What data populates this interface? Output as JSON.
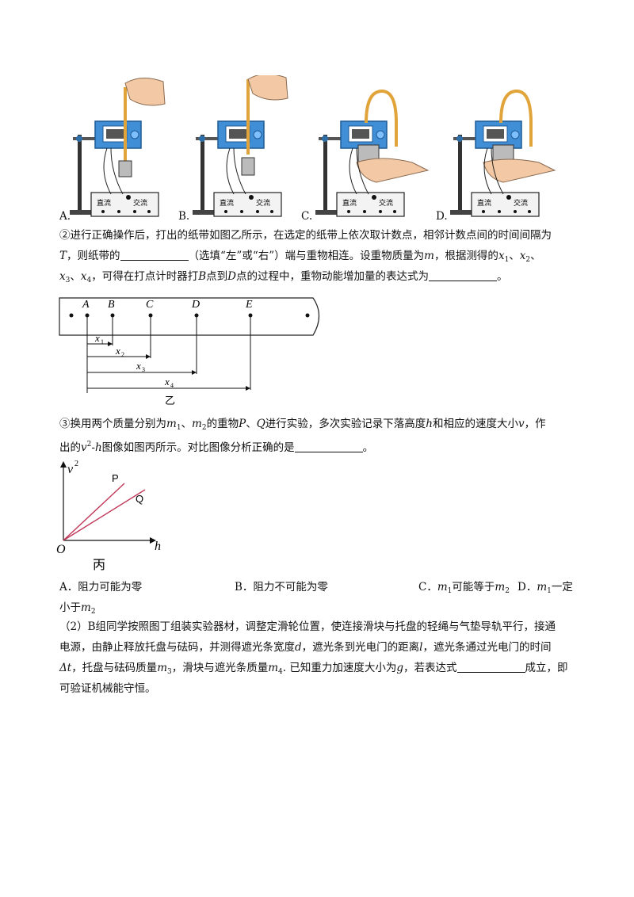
{
  "figure_options": [
    "A.",
    "B.",
    "C.",
    "D."
  ],
  "device_labels": {
    "dc": "直流",
    "ac": "交流"
  },
  "q2": {
    "l1": [
      "②进行正确操作后，打出的纸带如图乙所示，在选定的纸带上依次取计数点，相邻计数点间的时间间隔为"
    ],
    "T": "T",
    "l2a": "，则纸带的",
    "l2b": "（选填“左”或“右”）端与重物相连。设重物质量为",
    "m": "m",
    "l2c": "，根据测得的",
    "x1": "x",
    "l3a": "，可得在打点计时器打",
    "B": "B",
    "l3b": "点到",
    "D": "D",
    "l3c": "点的过程中，重物动能增加量的表达式为",
    "end": "。"
  },
  "tape": {
    "points": [
      "A",
      "B",
      "C",
      "D",
      "E"
    ],
    "dist": [
      "x",
      "x",
      "x",
      "x"
    ],
    "subs": [
      "1",
      "2",
      "3",
      "4"
    ],
    "caption": "乙"
  },
  "q3": {
    "l1a": "③换用两个质量分别为",
    "l1b": "、",
    "l1c": "的重物",
    "P": "P",
    "Q": "Q",
    "l1d": "进行实验，多次实验记录下落高度",
    "h": "h",
    "l1e": "和相应的速度大小",
    "v": "v",
    "l1f": "，作",
    "l2a": "出的",
    "l2b": "图像如图丙所示。对比图像分析正确的是",
    "end": "。"
  },
  "graph": {
    "y_label": "v",
    "y_sup": "2",
    "x_label": "h",
    "origin": "O",
    "line_p": "P",
    "line_q": "Q",
    "caption": "丙"
  },
  "choices": {
    "A": "A．阻力可能为零",
    "B": "B．阻力不可能为零",
    "C_pre": "C．",
    "C_mid": "可能等于",
    "D_pre": "D．",
    "D_mid": "一定",
    "D_end": "小于"
  },
  "part2": {
    "l1": "（2）B组同学按照图丁组装实验器材，调整定滑轮位置，使连接滑块与托盘的轻绳与气垫导轨平行，接通",
    "l2a": "电源，由静止释放托盘与砝码，并测得遮光条宽度",
    "d": "d",
    "l2b": "，遮光条到光电门的距离",
    "l": "l",
    "l2c": "，遮光条通过光电门的时间",
    "dt": "Δt",
    "l3a": "，托盘与砝码质量",
    "l3b": "，滑块与遮光条质量",
    "l3c": ". 已知重力加速度大小为",
    "g": "g",
    "l3d": "，若表达式",
    "l3e": "成立，即",
    "l4": "可验证机械能守恒。"
  }
}
